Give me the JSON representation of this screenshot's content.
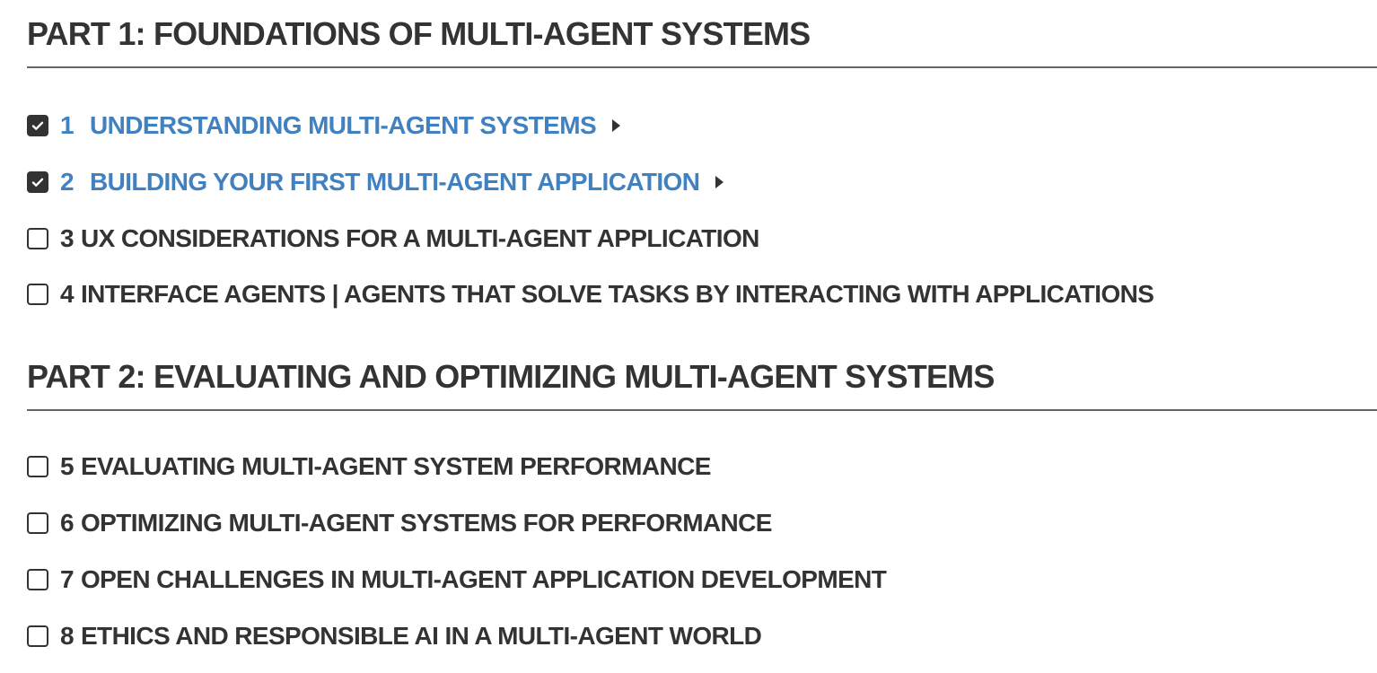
{
  "parts": [
    {
      "title": "PART 1: FOUNDATIONS OF MULTI-AGENT SYSTEMS",
      "chapters": [
        {
          "num": "1",
          "title": "UNDERSTANDING MULTI-AGENT SYSTEMS",
          "checked": true,
          "expandable": true
        },
        {
          "num": "2",
          "title": "BUILDING YOUR FIRST MULTI-AGENT APPLICATION",
          "checked": true,
          "expandable": true
        },
        {
          "num": "3",
          "title": "UX CONSIDERATIONS FOR A MULTI-AGENT APPLICATION",
          "checked": false,
          "expandable": false
        },
        {
          "num": "4",
          "title": "INTERFACE AGENTS | AGENTS THAT SOLVE TASKS BY INTERACTING WITH APPLICATIONS",
          "checked": false,
          "expandable": false
        }
      ]
    },
    {
      "title": "PART 2: EVALUATING AND OPTIMIZING MULTI-AGENT SYSTEMS",
      "chapters": [
        {
          "num": "5",
          "title": "EVALUATING MULTI-AGENT SYSTEM PERFORMANCE",
          "checked": false,
          "expandable": false
        },
        {
          "num": "6",
          "title": "OPTIMIZING MULTI-AGENT SYSTEMS FOR PERFORMANCE",
          "checked": false,
          "expandable": false
        },
        {
          "num": "7",
          "title": "OPEN CHALLENGES IN MULTI-AGENT APPLICATION DEVELOPMENT",
          "checked": false,
          "expandable": false
        },
        {
          "num": "8",
          "title": "ETHICS AND RESPONSIBLE AI IN A MULTI-AGENT WORLD",
          "checked": false,
          "expandable": false
        }
      ]
    }
  ],
  "colors": {
    "link": "#4281c0",
    "text": "#333333"
  }
}
